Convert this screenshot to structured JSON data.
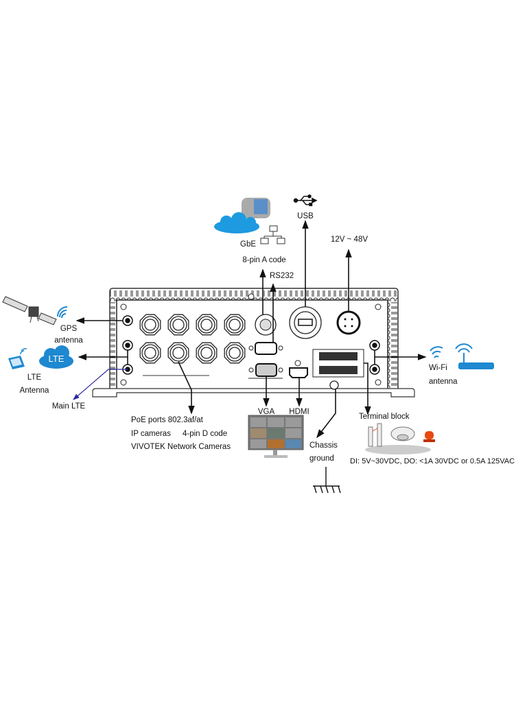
{
  "labels": {
    "gps": "GPS",
    "gps_antenna": "antenna",
    "lte_cloud": "LTE",
    "lte": "LTE",
    "lte_antenna": "Antenna",
    "main_lte": "Main LTE",
    "gbe": "GbE",
    "pin8": "8-pin A code",
    "rs232": "RS232",
    "usb": "USB",
    "power": "12V ~ 48V",
    "wifi": "Wi-Fi",
    "wifi_antenna": "antenna",
    "terminal": "Terminal block",
    "io_spec": "DI: 5V~30VDC, DO: <1A 30VDC or 0.5A 125VAC",
    "poe": "PoE ports 802.3af/at",
    "ip_cameras": "IP cameras",
    "pin4": "4-pin D code",
    "vivotek": "VIVOTEK Network Cameras",
    "vga": "VGA",
    "hdmi": "HDMI",
    "chassis": "Chassis",
    "ground": "ground"
  },
  "colors": {
    "line": "#111111",
    "main_lte": "#2a2aa0",
    "cloud": "#1e88d0",
    "wifi": "#1e88d0",
    "alarm": "#e84a10"
  },
  "icons": [
    "satellite-icon",
    "lte-cloud-icon",
    "phone-icon",
    "network-icon",
    "usb-icon",
    "wifi-router-icon",
    "monitor-icon",
    "door-sensor-icon",
    "smoke-detector-icon",
    "alarm-light-icon",
    "ground-icon"
  ]
}
